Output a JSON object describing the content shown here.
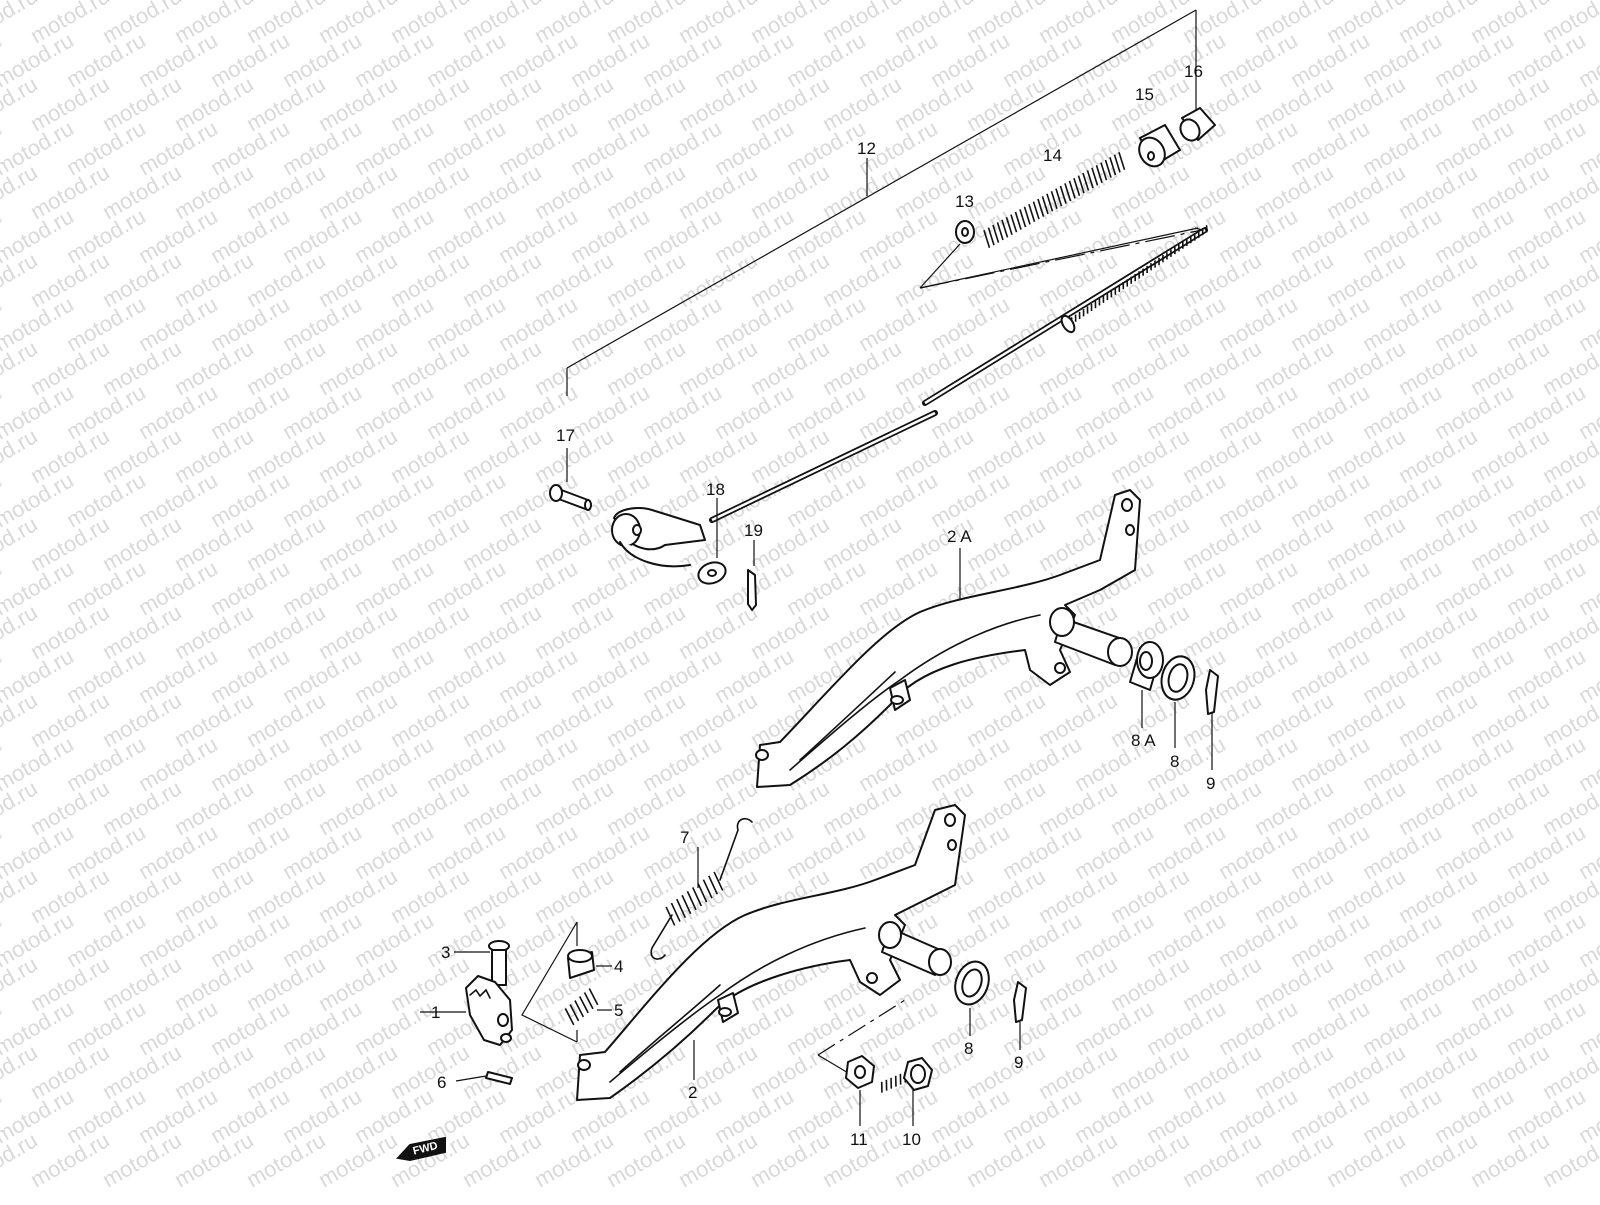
{
  "watermark": {
    "text": "motod.ru",
    "color": "#d9d9d9"
  },
  "fwd_badge": {
    "text": "FWD"
  },
  "callouts": [
    {
      "id": "c1",
      "text": "1"
    },
    {
      "id": "c2",
      "text": "2"
    },
    {
      "id": "c2a",
      "text": "2 A"
    },
    {
      "id": "c3",
      "text": "3"
    },
    {
      "id": "c4",
      "text": "4"
    },
    {
      "id": "c5",
      "text": "5"
    },
    {
      "id": "c6",
      "text": "6"
    },
    {
      "id": "c7",
      "text": "7"
    },
    {
      "id": "c8",
      "text": "8"
    },
    {
      "id": "c8b",
      "text": "8"
    },
    {
      "id": "c8a",
      "text": "8 A"
    },
    {
      "id": "c9",
      "text": "9"
    },
    {
      "id": "c9b",
      "text": "9"
    },
    {
      "id": "c10",
      "text": "10"
    },
    {
      "id": "c11",
      "text": "11"
    },
    {
      "id": "c12",
      "text": "12"
    },
    {
      "id": "c13",
      "text": "13"
    },
    {
      "id": "c14",
      "text": "14"
    },
    {
      "id": "c15",
      "text": "15"
    },
    {
      "id": "c16",
      "text": "16"
    },
    {
      "id": "c17",
      "text": "17"
    },
    {
      "id": "c18",
      "text": "18"
    },
    {
      "id": "c19",
      "text": "19"
    }
  ]
}
